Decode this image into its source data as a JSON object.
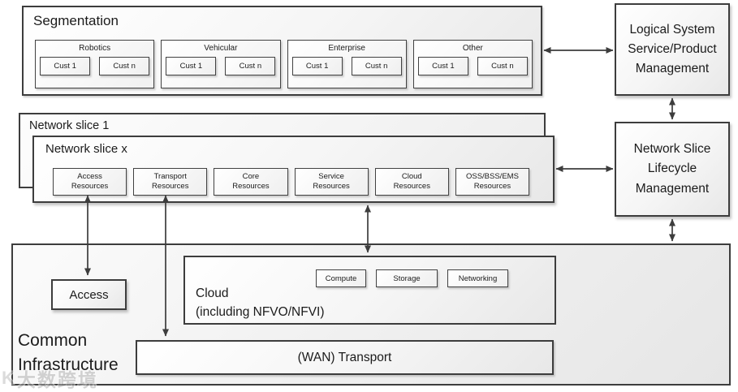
{
  "segmentation": {
    "title": "Segmentation",
    "segments": [
      {
        "label": "Robotics",
        "customers": [
          "Cust 1",
          "Cust n"
        ]
      },
      {
        "label": "Vehicular",
        "customers": [
          "Cust 1",
          "Cust n"
        ]
      },
      {
        "label": "Enterprise",
        "customers": [
          "Cust 1",
          "Cust n"
        ]
      },
      {
        "label": "Other",
        "customers": [
          "Cust 1",
          "Cust n"
        ]
      }
    ]
  },
  "slices": {
    "back_title": "Network slice 1",
    "front_title": "Network slice x",
    "resources": [
      "Access\nResources",
      "Transport\nResources",
      "Core\nResources",
      "Service\nResources",
      "Cloud\nResources",
      "OSS/BSS/EMS\nResources"
    ]
  },
  "management": {
    "logical_label": "Logical System\nService/Product\nManagement",
    "lifecycle_label": "Network Slice\nLifecycle\nManagement"
  },
  "infrastructure": {
    "title": "Common\nInfrastructure",
    "access_label": "Access",
    "cloud_title": "Cloud\n(including NFVO/NFVI)",
    "cloud_components": [
      "Compute",
      "Storage",
      "Networking"
    ],
    "wan_label": "(WAN) Transport"
  },
  "watermark": {
    "logo": "K",
    "text": "大数跨境"
  },
  "colors": {
    "border": "#3d3d3d",
    "arrow": "#3d3d3d",
    "text": "#1b1b1b",
    "fill_light": "#ffffff",
    "fill_dark": "#e8e8e8"
  }
}
